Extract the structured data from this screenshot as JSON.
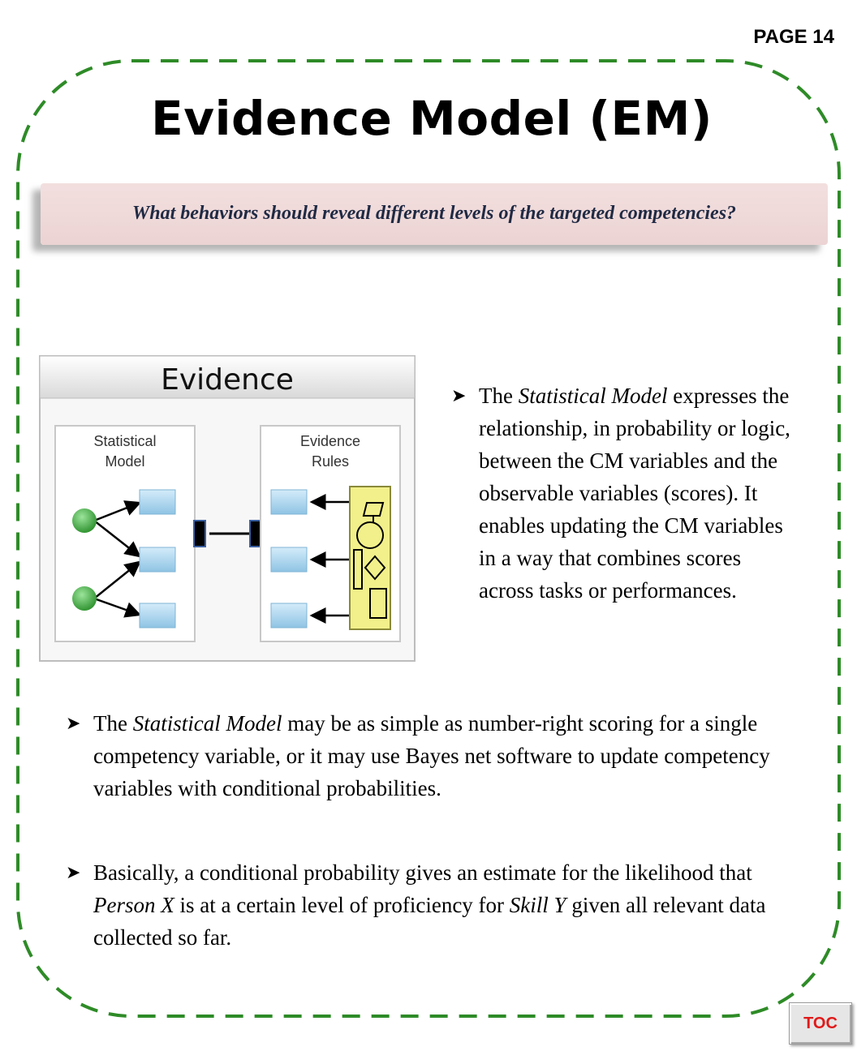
{
  "page": {
    "number_label": "PAGE 14"
  },
  "title": "Evidence Model (EM)",
  "banner": {
    "question": "What behaviors should reveal different levels of the targeted competencies?"
  },
  "diagram": {
    "header": "Evidence",
    "left_panel": {
      "line1": "Statistical",
      "line2": "Model"
    },
    "right_panel": {
      "line1": "Evidence",
      "line2": "Rules"
    }
  },
  "right_paragraph": {
    "p1": "The ",
    "p2": "Statistical Model",
    "p3": " expresses the relationship, in probability or logic, between the CM variables and the observable variables (scores). It enables updating the CM variables in a way that combines scores across tasks or performances."
  },
  "bullet1": {
    "p1": "The ",
    "p2": "Statistical Model",
    "p3": " may be as simple as number-right scoring for a single competency variable, or it may use Bayes net software to update competency variables with conditional probabilities."
  },
  "bullet2": {
    "p1": "Basically, a conditional probability gives an estimate for the likelihood that ",
    "p2": "Person X",
    "p3": " is at a certain level of proficiency for ",
    "p4": "Skill Y",
    "p5": " given all relevant data collected so far."
  },
  "toc_button": {
    "label": "TOC"
  },
  "colors": {
    "dash_border": "#2e8b27",
    "banner": "#f0d9d9",
    "toc_text": "#e01a1a",
    "node_green": "#3faa3f",
    "box_blue": "#a8d4ee",
    "rules_yellow": "#f2f08a"
  },
  "icons": {
    "bullet": "arrowhead-right-icon"
  }
}
